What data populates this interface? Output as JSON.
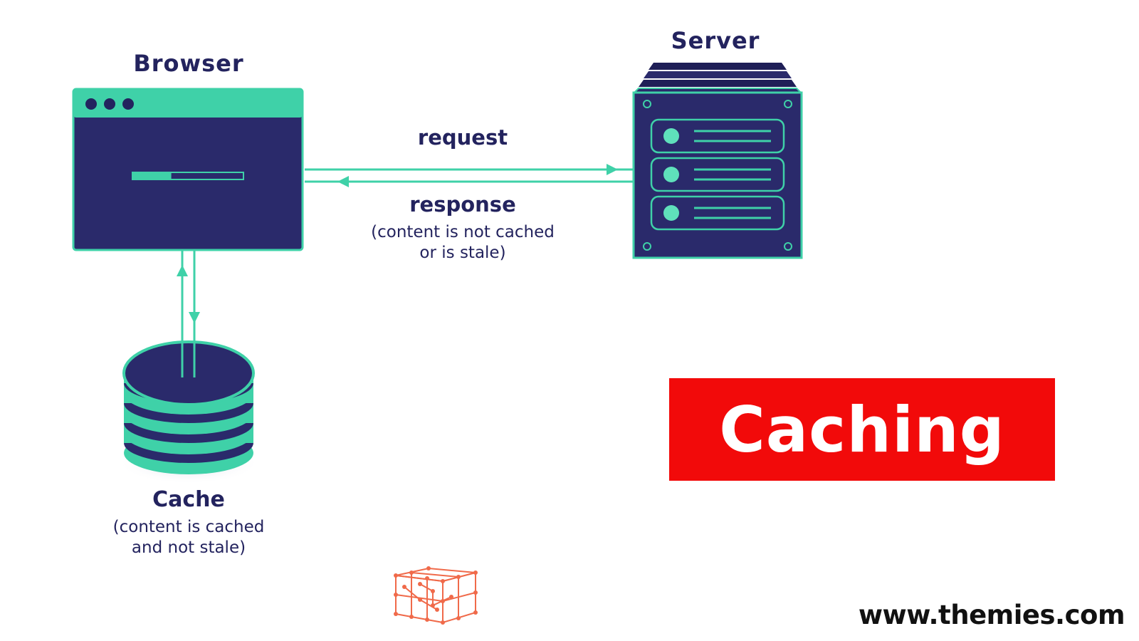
{
  "browser": {
    "title": "Browser",
    "loading_progress": 0.35
  },
  "server": {
    "title": "Server",
    "drive_slots": 3
  },
  "request": {
    "label": "request"
  },
  "response": {
    "label": "response",
    "note_line1": "(content is not cached",
    "note_line2": "or is stale)"
  },
  "cache": {
    "label": "Cache",
    "note_line1": "(content is cached",
    "note_line2": "and not stale)"
  },
  "banner": {
    "text": "Caching"
  },
  "footer": {
    "url": "www.themies.com"
  },
  "colors": {
    "navy": "#2a2a6b",
    "navy_dark": "#1f1f57",
    "teal": "#3fd1a8",
    "teal_light": "#5fe0bb",
    "banner_red": "#f20a0a",
    "logo_orange": "#f06a4a"
  }
}
